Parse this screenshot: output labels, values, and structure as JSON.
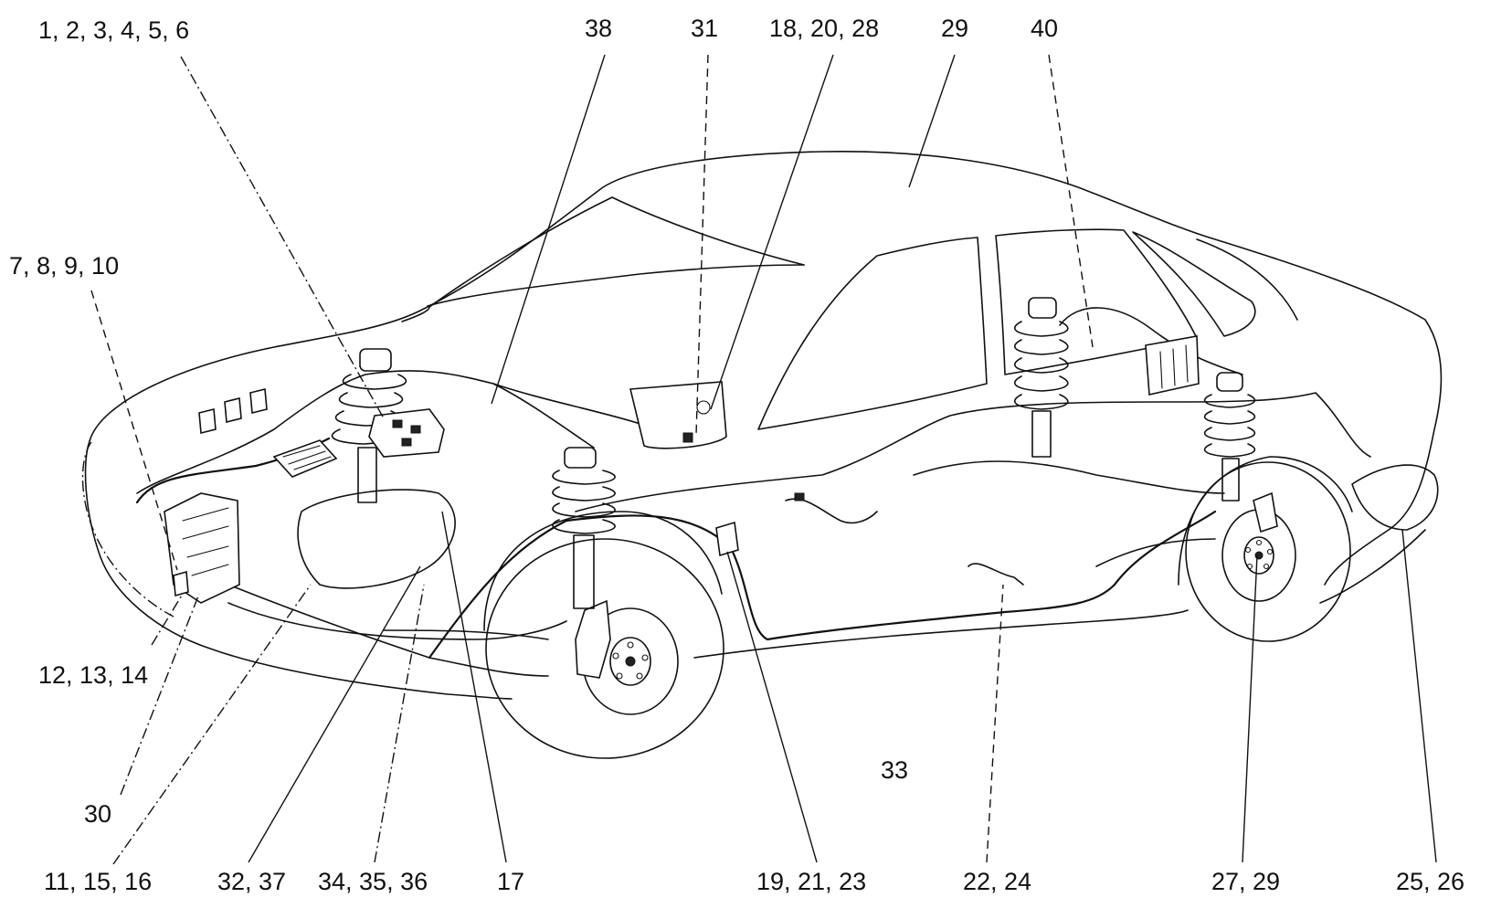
{
  "callouts": {
    "c_1_6": "1, 2, 3, 4, 5, 6",
    "c_7_10": "7, 8, 9, 10",
    "c_38": "38",
    "c_31": "31",
    "c_18_20_28": "18, 20, 28",
    "c_29_top": "29",
    "c_40": "40",
    "c_12_14": "12, 13, 14",
    "c_30": "30",
    "c_11_15_16": "11, 15, 16",
    "c_32_37": "32, 37",
    "c_34_36": "34, 35, 36",
    "c_17": "17",
    "c_33": "33",
    "c_19_21_23": "19, 21, 23",
    "c_22_24": "22, 24",
    "c_27_29": "27, 29",
    "c_25_26": "25, 26"
  },
  "leader_styles": {
    "dashed": "dashed",
    "dash-dot": "dash-dot",
    "solid": "solid"
  }
}
